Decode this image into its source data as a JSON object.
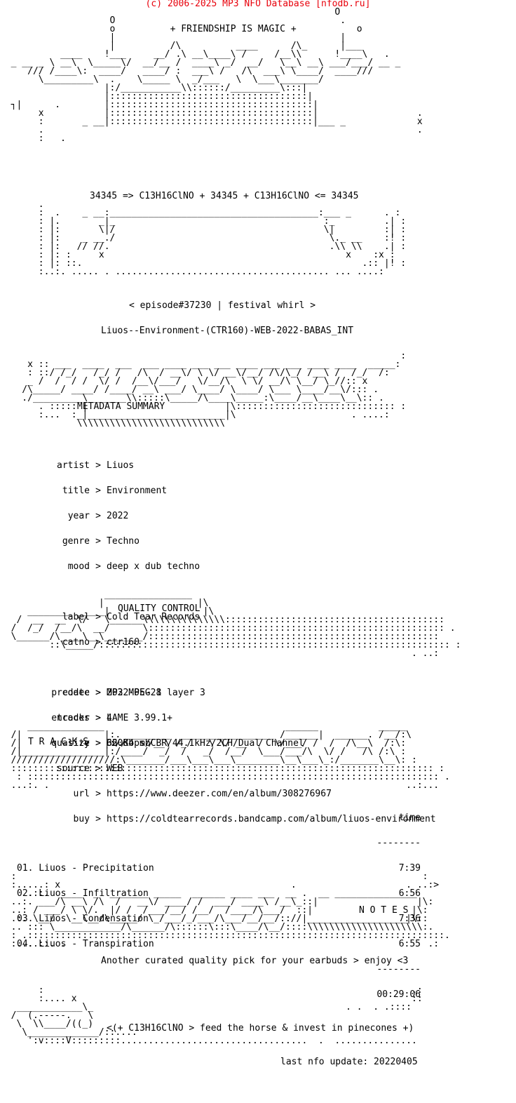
{
  "header": "(c) 2006-2025 MP3 NFO Database [nfodb.ru]",
  "banner": {
    "tagline": "+ FRIENDSHIP IS MAGIC +",
    "formula": "34345 => C13H16ClNO + 34345 + C13H16ClNO <= 34345"
  },
  "episode": "< episode#37230 | festival whirl >",
  "release_name": "Liuos--Environment-(CTR160)-WEB-2022-BABAS_INT",
  "sections": {
    "metadata": "METADATA SUMMARY",
    "quality": "QUALITY CONTROL",
    "tracks": "T R A C K S",
    "notes": "N O T E S"
  },
  "metadata": {
    "artist": {
      "key": "artist",
      "value": "Liuos"
    },
    "title": {
      "key": "title",
      "value": "Environment"
    },
    "year": {
      "key": "year",
      "value": "2022"
    },
    "genre": {
      "key": "genre",
      "value": "Techno"
    },
    "mood": {
      "key": "mood",
      "value": "deep x dub techno"
    },
    "label": {
      "key": "label",
      "value": "Cold Tear Records"
    },
    "catno": {
      "key": "catno",
      "value": "ctr160"
    },
    "predate": {
      "key": "predate",
      "value": "2022-05-28"
    },
    "tracks": {
      "key": "tracks",
      "value": "4"
    },
    "size": {
      "key": "size",
      "value": "66.84 mb"
    },
    "url": {
      "key": "url",
      "value": "https://www.deezer.com/en/album/308276967"
    },
    "buy": {
      "key": "buy",
      "value": "https://coldtearrecords.bandcamp.com/album/liuos-environment"
    }
  },
  "quality": {
    "codec": {
      "key": "codec",
      "value": "MP3 MPEG 1 layer 3"
    },
    "encoder": {
      "key": "encoder",
      "value": "LAME 3.99.1+"
    },
    "quality": {
      "key": "quality",
      "value": "320Kbps/CBR/44.1kHz/2CH/Dual Channel"
    },
    "source": {
      "key": "source",
      "value": "WEB"
    }
  },
  "tracklist": {
    "time_header": "time",
    "rule": "--------",
    "items": [
      {
        "line": "01. Liuos - Precipitation",
        "time": "7:39"
      },
      {
        "line": "02. Liuos - Infiltration",
        "time": "6:56"
      },
      {
        "line": "03. Liuos - Condensation",
        "time": "7:36"
      },
      {
        "line": "04. Liuos - Transpiration",
        "time": "6:55"
      }
    ],
    "total": "00:29:06"
  },
  "notes_text": "Another curated quality pick for your earbuds > enjoy <3",
  "footer": {
    "slogan": "<(+ C13H16ClNO > feed the horse & invest in pinecones +)",
    "last_update": "last nfo update: 20220405"
  }
}
